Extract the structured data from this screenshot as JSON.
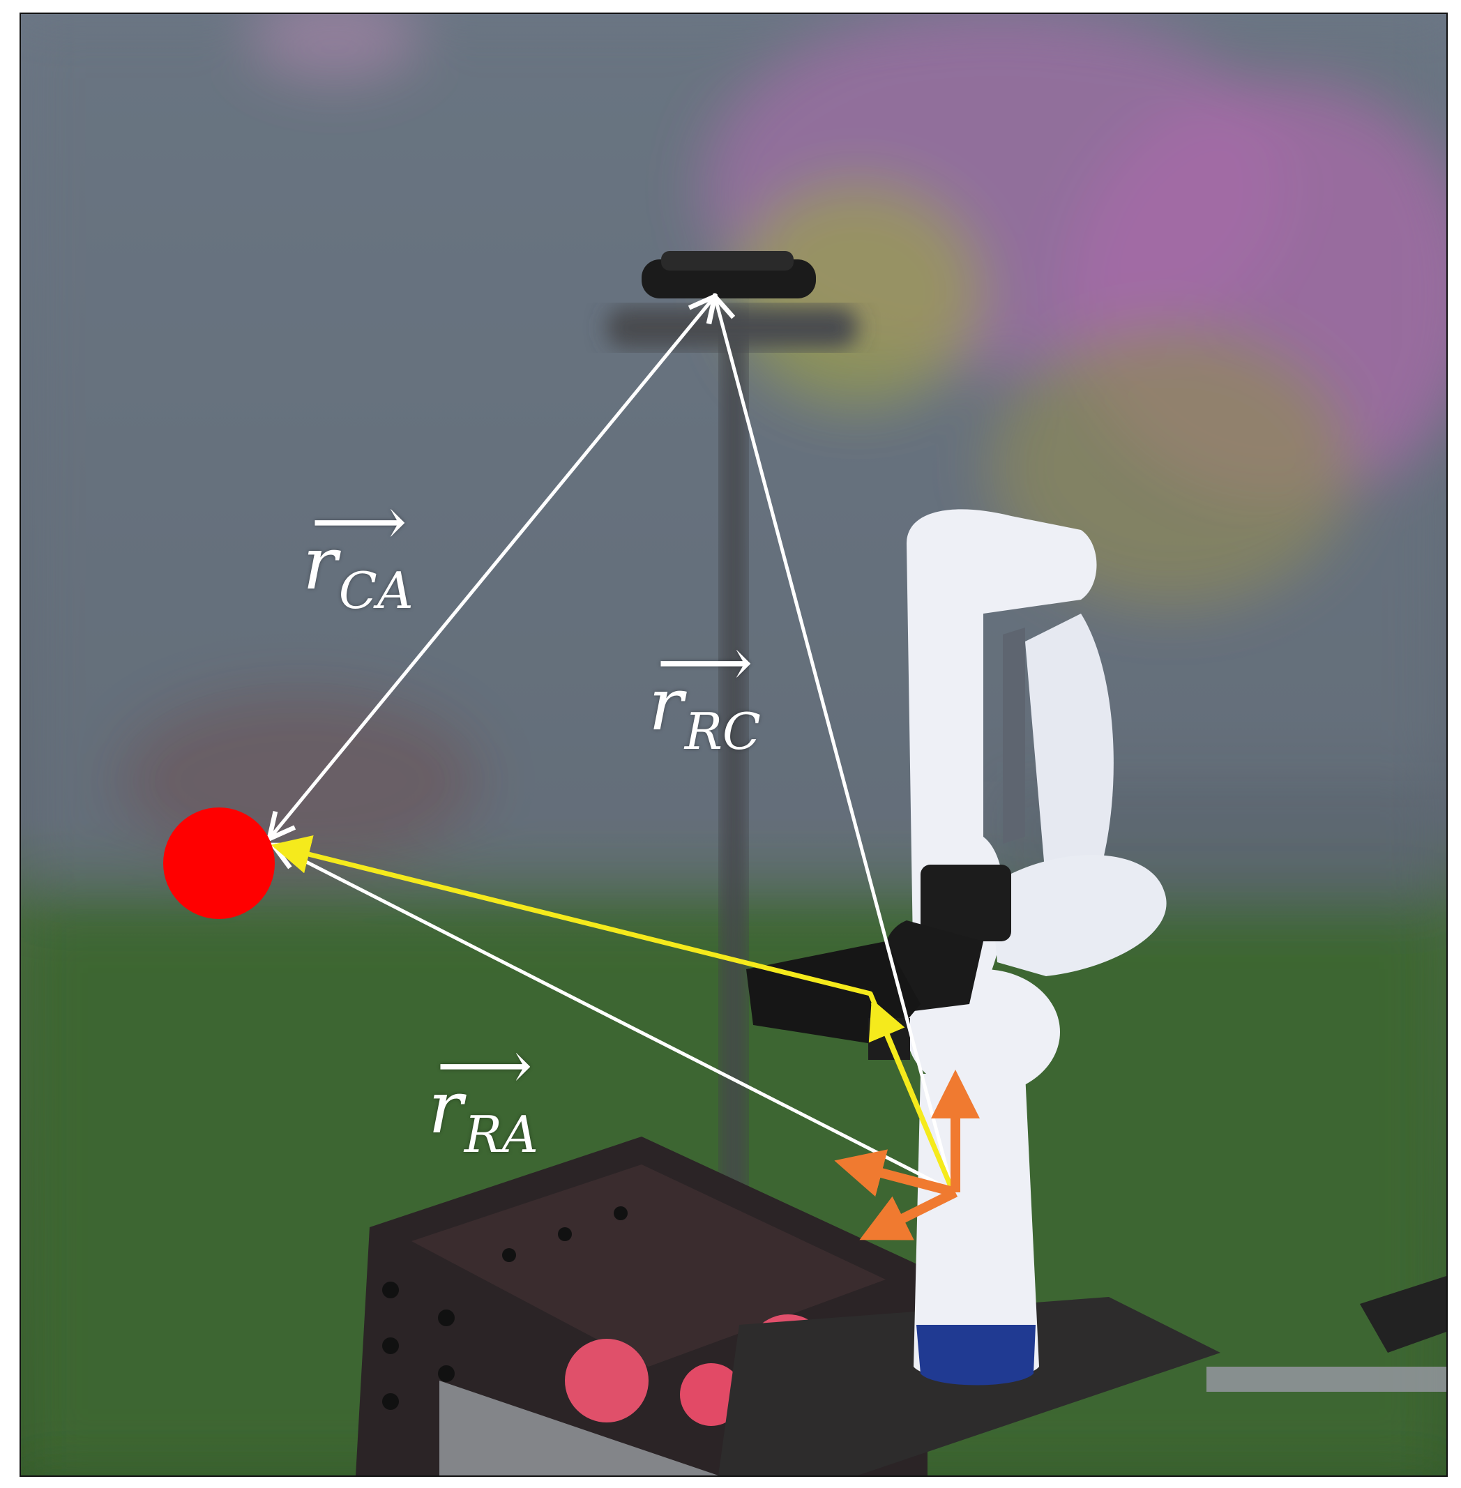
{
  "labels": {
    "r_ca": {
      "base": "r",
      "sub": "CA",
      "arrow": "⟶"
    },
    "r_rc": {
      "base": "r",
      "sub": "RC",
      "arrow": "⟶"
    },
    "r_ra": {
      "base": "r",
      "sub": "RA",
      "arrow": "⟶"
    }
  },
  "colors": {
    "vector_white": "#ffffff",
    "end_effector_path": "#f5ea1c",
    "target": "#ff0000",
    "frame_axes": "#f07a30",
    "robot_arm": "#eef0f6",
    "camera": "#1b1b1b"
  },
  "icons": {
    "target": "target-ball",
    "camera": "overhead-camera",
    "robot": "robot-arm",
    "ball_bin": "ball-bin",
    "frame": "base-frame-axes"
  }
}
